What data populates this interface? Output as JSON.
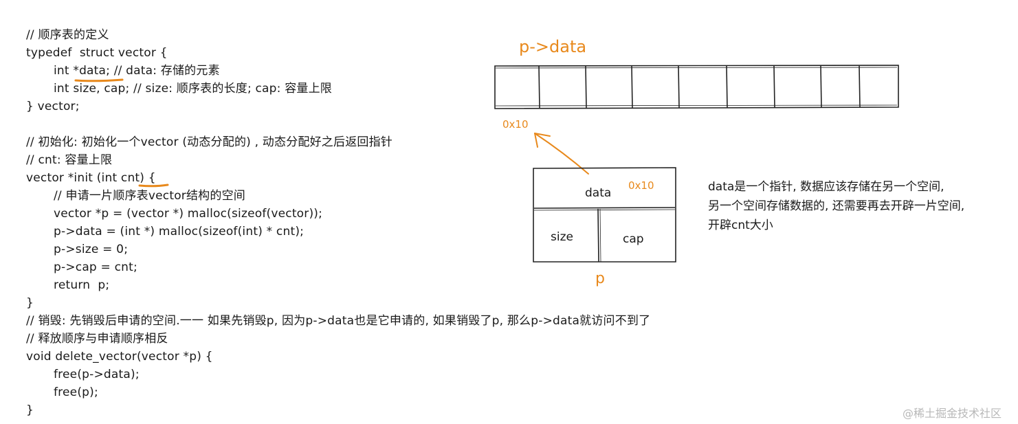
{
  "code_lines": [
    {
      "text": "// 顺序表的定义",
      "indent": false
    },
    {
      "text": "typedef  struct vector {",
      "indent": false
    },
    {
      "text": "int *data; // data: 存储的元素",
      "indent": true
    },
    {
      "text": "int size, cap; // size: 顺序表的长度; cap: 容量上限",
      "indent": true
    },
    {
      "text": "} vector;",
      "indent": false
    },
    {
      "text": "",
      "indent": false
    },
    {
      "text": "// 初始化: 初始化一个vector (动态分配的) , 动态分配好之后返回指针",
      "indent": false
    },
    {
      "text": "// cnt: 容量上限",
      "indent": false
    },
    {
      "text": "vector *init (int cnt) {",
      "indent": false
    },
    {
      "text": "// 申请一片顺序表vector结构的空间",
      "indent": true
    },
    {
      "text": "vector *p = (vector *) malloc(sizeof(vector));",
      "indent": true
    },
    {
      "text": "p->data = (int *) malloc(sizeof(int) * cnt);",
      "indent": true
    },
    {
      "text": "p->size = 0;",
      "indent": true
    },
    {
      "text": "p->cap = cnt;",
      "indent": true
    },
    {
      "text": "return  p;",
      "indent": true
    },
    {
      "text": "}",
      "indent": false
    },
    {
      "text": "// 销毁: 先销毁后申请的空间.一一 如果先销毁p, 因为p->data也是它申请的, 如果销毁了p, 那么p->data就访问不到了",
      "indent": false
    },
    {
      "text": "// 释放顺序与申请顺序相反",
      "indent": false
    },
    {
      "text": "void delete_vector(vector *p) {",
      "indent": false
    },
    {
      "text": "free(p->data);",
      "indent": true
    },
    {
      "text": "free(p);",
      "indent": true
    },
    {
      "text": "}",
      "indent": false
    }
  ],
  "diagram": {
    "array_label": "p->data",
    "address_label": "0x10",
    "struct_data_label": "data",
    "struct_data_value": "0x10",
    "struct_size_label": "size",
    "struct_cap_label": "cap",
    "struct_pointer_label": "p",
    "accent_color": "#e8891c"
  },
  "explanation": [
    "data是一个指针, 数据应该存储在另一个空间,",
    "另一个空间存储数据的, 还需要再去开辟一片空间,",
    "开辟cnt大小"
  ],
  "watermark": "@稀土掘金技术社区"
}
